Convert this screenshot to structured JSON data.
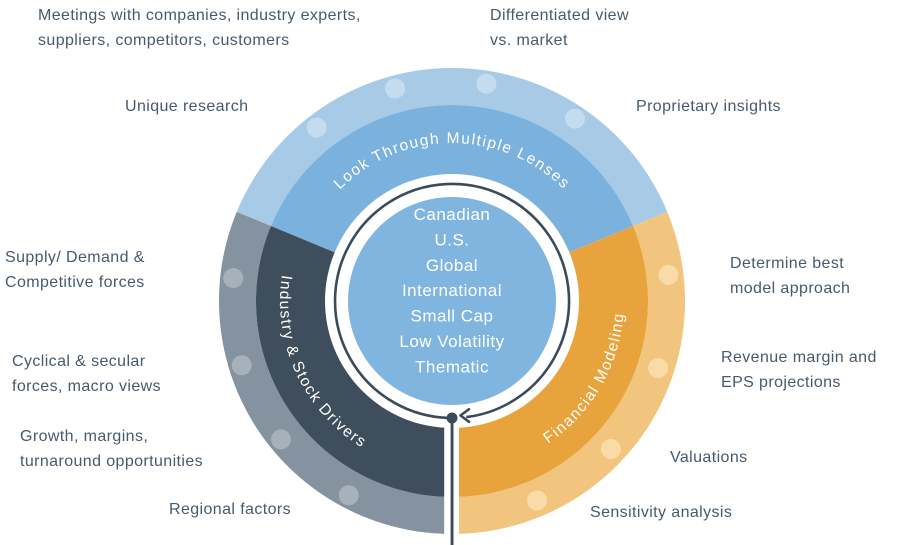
{
  "diagram": {
    "center_circle": {
      "items": [
        "Canadian",
        "U.S.",
        "Global",
        "International",
        "Small Cap",
        "Low Volatility",
        "Thematic"
      ]
    },
    "segments": [
      {
        "id": "look-through-multiple-lenses",
        "label": "Look Through Multiple Lenses",
        "color_inner": "#7BB2DD",
        "color_outer": "#A7CBE7",
        "color_dot": "#C4DCF0"
      },
      {
        "id": "industry-stock-drivers",
        "label": "Industry & Stock Drivers",
        "color_inner": "#3E4E5C",
        "color_outer": "#8593A0",
        "color_dot": "#A6B1BB"
      },
      {
        "id": "financial-modeling",
        "label": "Financial Modeling",
        "color_inner": "#E8A33C",
        "color_outer": "#F2C57E",
        "color_dot": "#F8DBA6"
      }
    ],
    "center_fill": "#7FB5DF",
    "accent_navy": "#3A4B5A",
    "label_color": "#475A6D"
  },
  "labels": {
    "meetings": {
      "line1": "Meetings with companies, industry experts,",
      "line2": "suppliers, competitors, customers"
    },
    "differentiated": {
      "line1": "Differentiated view",
      "line2": "vs. market"
    },
    "unique": "Unique research",
    "proprietary": "Proprietary insights",
    "supply": {
      "line1": "Supply/ Demand &",
      "line2": "Competitive forces"
    },
    "determine": {
      "line1": "Determine best",
      "line2": "model approach"
    },
    "cyclical": {
      "line1": "Cyclical & secular",
      "line2": "forces, macro views"
    },
    "revenue": {
      "line1": "Revenue margin and",
      "line2": "EPS projections"
    },
    "growth": {
      "line1": "Growth, margins,",
      "line2": "turnaround opportunities"
    },
    "valuations": "Valuations",
    "regional": "Regional factors",
    "sensitivity": "Sensitivity analysis"
  }
}
